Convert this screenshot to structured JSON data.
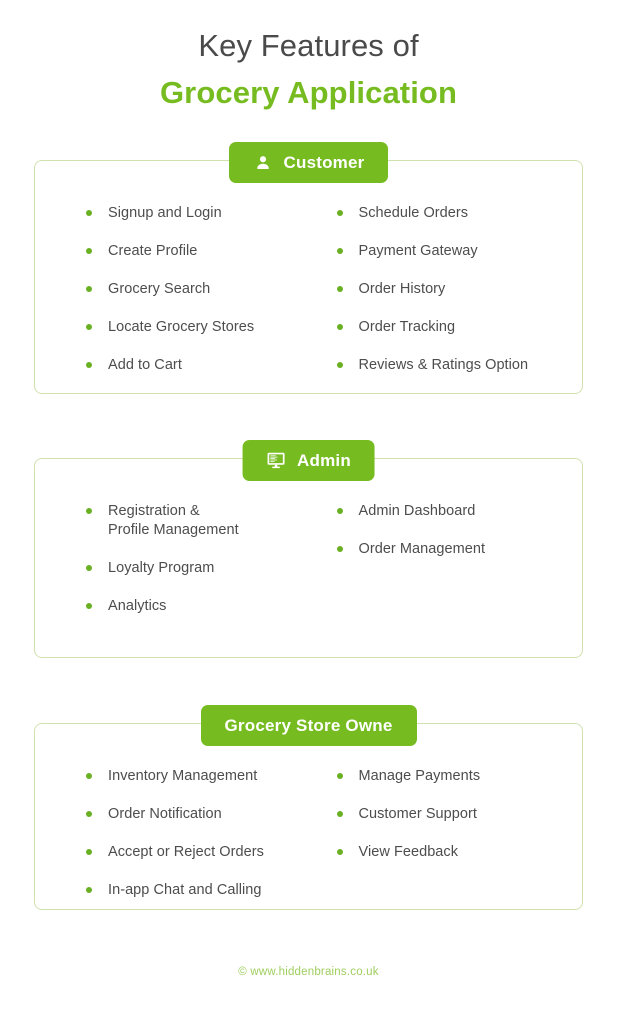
{
  "title": {
    "line1": "Key Features of",
    "line2": "Grocery Application"
  },
  "colors": {
    "accent_green": "#76bc21",
    "bullet_green": "#6ab023",
    "card_border": "#cfe2ae",
    "title_dark": "#4a4a4a",
    "body_text": "#4d4d4d",
    "footer_green": "#9fce5f",
    "background": "#ffffff"
  },
  "sections": [
    {
      "badge_label": "Customer",
      "badge_icon": "person-icon",
      "left_column": [
        "Signup and Login",
        "Create Profile",
        "Grocery Search",
        "Locate Grocery Stores",
        "Add to Cart"
      ],
      "right_column": [
        "Schedule Orders",
        "Payment Gateway",
        "Order History",
        "Order Tracking",
        "Reviews & Ratings Option"
      ]
    },
    {
      "badge_label": "Admin",
      "badge_icon": "monitor-icon",
      "left_column": [
        "Registration &\nProfile Management",
        "Loyalty Program",
        "Analytics"
      ],
      "right_column": [
        "Admin Dashboard",
        "Order Management"
      ]
    },
    {
      "badge_label": "Grocery Store Owne",
      "badge_icon": "none",
      "left_column": [
        "Inventory Management",
        "Order Notification",
        "Accept or Reject Orders",
        "In-app Chat and Calling"
      ],
      "right_column": [
        "Manage Payments",
        "Customer Support",
        "View Feedback"
      ]
    }
  ],
  "footer": {
    "text": "© www.hiddenbrains.co.uk"
  }
}
